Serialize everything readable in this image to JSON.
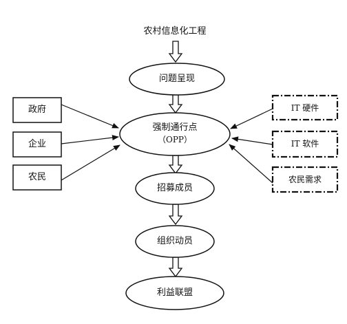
{
  "title": "农村信息化工程",
  "stages": {
    "problem": "问题呈现",
    "opp_line1": "强制通行点",
    "opp_line2": "（OPP）",
    "recruit": "招募成员",
    "mobilize": "组织动员",
    "alliance": "利益联盟"
  },
  "human_actors": [
    "政府",
    "企业",
    "农民"
  ],
  "nonhuman_actors": [
    "IT 硬件",
    "IT 软件",
    "农民需求"
  ]
}
